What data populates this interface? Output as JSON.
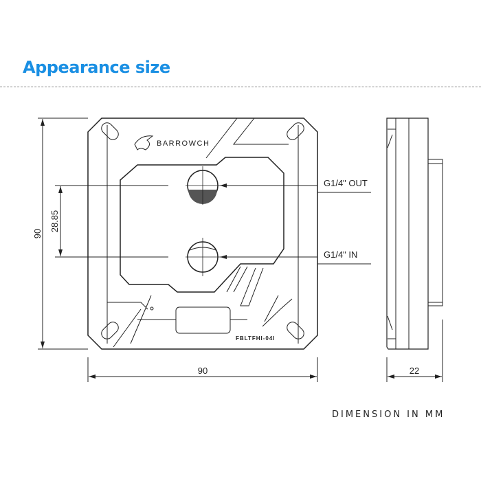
{
  "header": {
    "title": "Appearance size",
    "accent_color": "#1a8fe3"
  },
  "drawing": {
    "brand": "BARROWCH",
    "model": "FBLTFHI-04I",
    "port_out": "G1/4\" OUT",
    "port_in": "G1/4\" IN",
    "dim_height": "90",
    "dim_port_spacing": "28.85",
    "dim_width": "90",
    "dim_thickness": "22"
  },
  "footer": {
    "note": "DIMENSION IN MM"
  }
}
